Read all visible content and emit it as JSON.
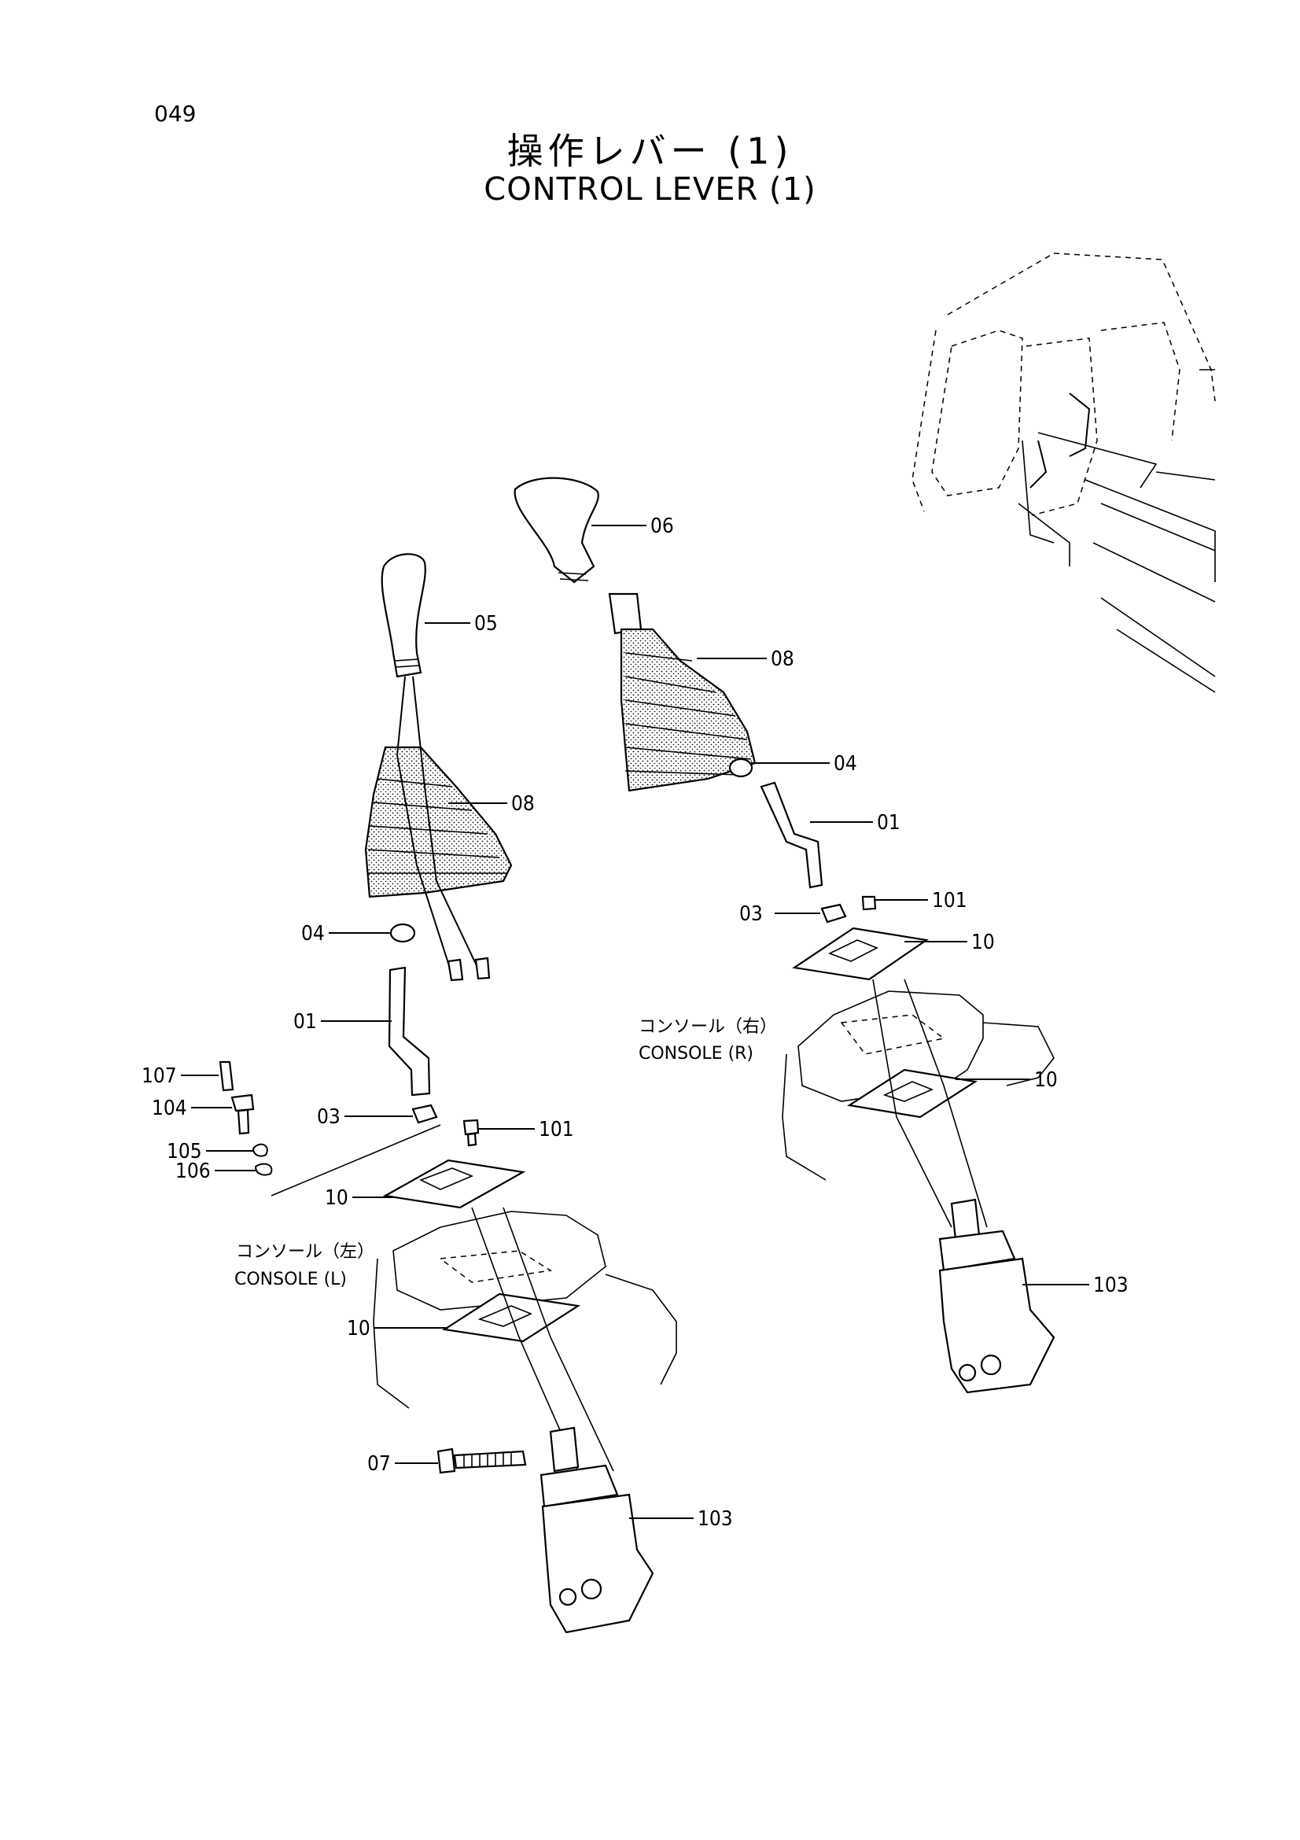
{
  "page": {
    "number": "049"
  },
  "title": {
    "jp": "操作レバー (1)",
    "en": "CONTROL LEVER (1)"
  },
  "captions": {
    "console_r_jp": "コンソール（右）",
    "console_r_en": "CONSOLE (R)",
    "console_l_jp": "コンソール（左）",
    "console_l_en": "CONSOLE (L)"
  },
  "callouts": {
    "r_06": "06",
    "r_08": "08",
    "r_04": "04",
    "r_01": "01",
    "r_03": "03",
    "r_101": "101",
    "r_10a": "10",
    "r_10b": "10",
    "r_103": "103",
    "l_05": "05",
    "l_08": "08",
    "l_04": "04",
    "l_01": "01",
    "l_107": "107",
    "l_104": "104",
    "l_105": "105",
    "l_106": "106",
    "l_03": "03",
    "l_101": "101",
    "l_10a": "10",
    "l_10b": "10",
    "l_07": "07",
    "l_103": "103"
  }
}
